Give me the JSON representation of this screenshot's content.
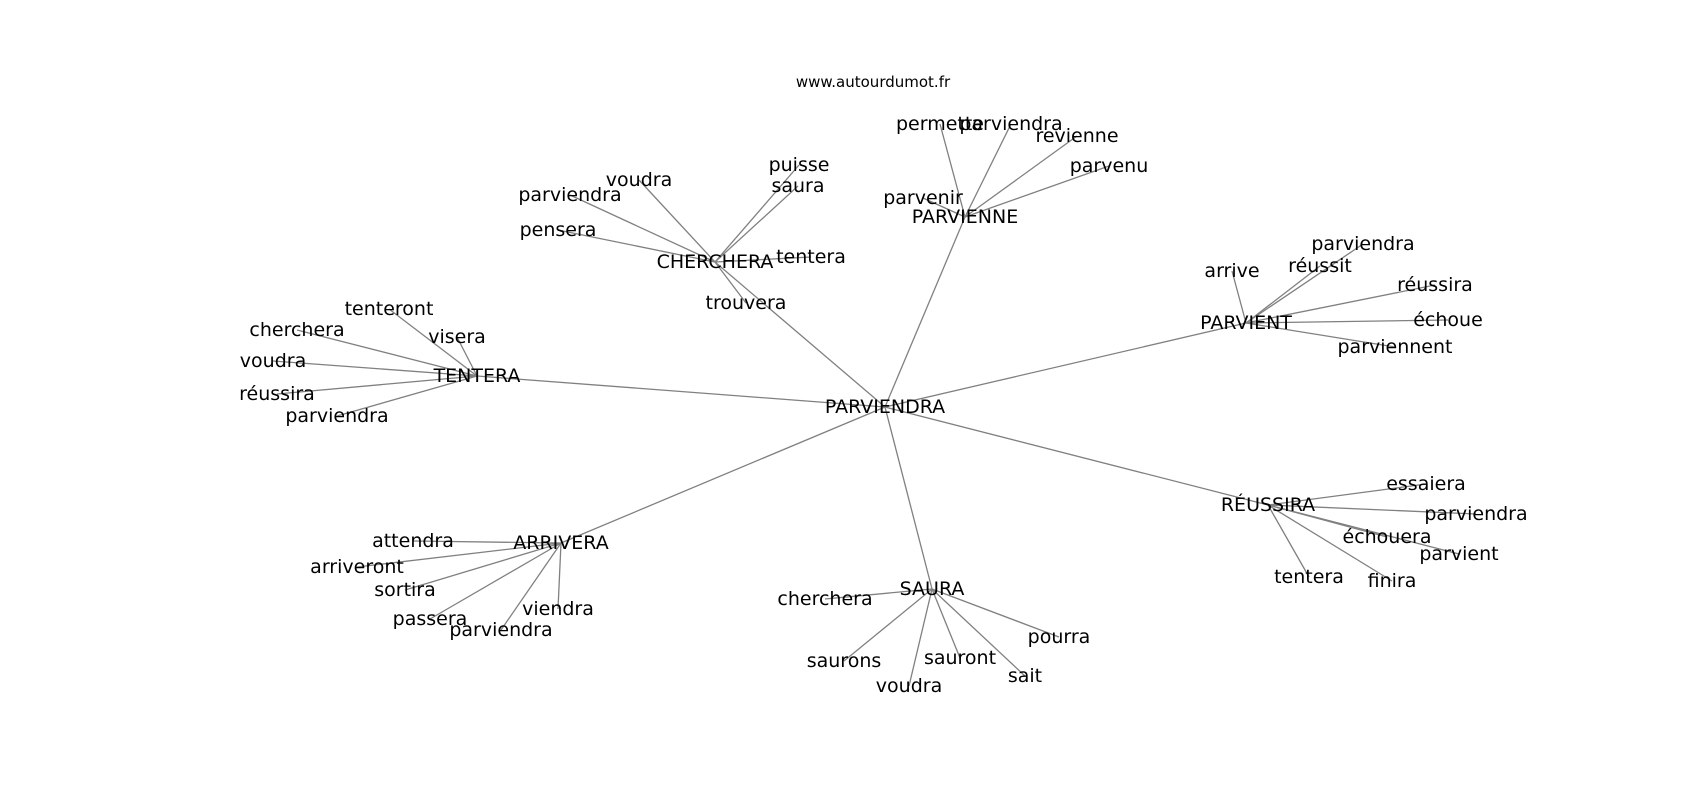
{
  "source": "www.autourdumot.fr",
  "root": "PARVIENDRA",
  "hubs": [
    {
      "id": "parvienne",
      "label": "PARVIENNE",
      "leaves": [
        "permette",
        "parviendra",
        "revienne",
        "parvenu",
        "parvenir"
      ]
    },
    {
      "id": "parvient",
      "label": "PARVIENT",
      "leaves": [
        "arrive",
        "réussit",
        "parviendra",
        "réussira",
        "échoue",
        "parviennent"
      ]
    },
    {
      "id": "reussira",
      "label": "RÉUSSIRA",
      "leaves": [
        "essaiera",
        "parviendra",
        "échouera",
        "parvient",
        "finira",
        "tentera"
      ]
    },
    {
      "id": "saura",
      "label": "SAURA",
      "leaves": [
        "cherchera",
        "saurons",
        "voudra",
        "sauront",
        "sait",
        "pourra"
      ]
    },
    {
      "id": "arrivera",
      "label": "ARRIVERA",
      "leaves": [
        "attendra",
        "arriveront",
        "sortira",
        "passera",
        "parviendra",
        "viendra"
      ]
    },
    {
      "id": "tentera",
      "label": "TENTERA",
      "leaves": [
        "tenteront",
        "visera",
        "cherchera",
        "voudra",
        "réussira",
        "parviendra"
      ]
    },
    {
      "id": "cherchera",
      "label": "CHERCHERA",
      "leaves": [
        "voudra",
        "parviendra",
        "pensera",
        "puisse",
        "saura",
        "tentera",
        "trouvera"
      ]
    }
  ]
}
